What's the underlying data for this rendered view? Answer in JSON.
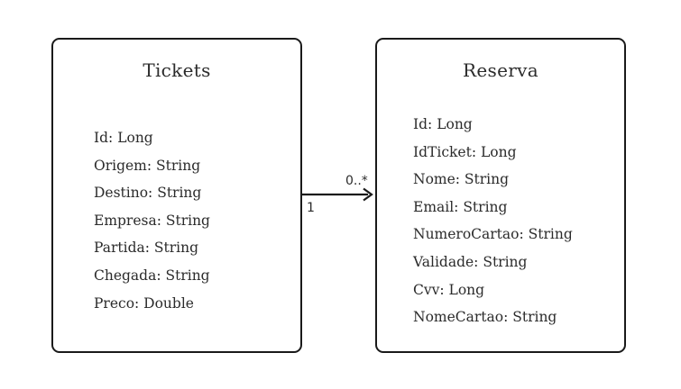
{
  "entities": {
    "tickets": {
      "title": "Tickets",
      "attributes": [
        "Id: Long",
        "Origem: String",
        "Destino: String",
        "Empresa: String",
        "Partida: String",
        "Chegada: String",
        "Preco: Double"
      ]
    },
    "reserva": {
      "title": "Reserva",
      "attributes": [
        "Id: Long",
        "IdTicket: Long",
        "Nome: String",
        "Email: String",
        "NumeroCartao: String",
        "Validade: String",
        "Cvv: Long",
        "NomeCartao: String"
      ]
    }
  },
  "relationship": {
    "from": "Tickets",
    "to": "Reserva",
    "source_multiplicity": "1",
    "target_multiplicity": "0..*"
  }
}
